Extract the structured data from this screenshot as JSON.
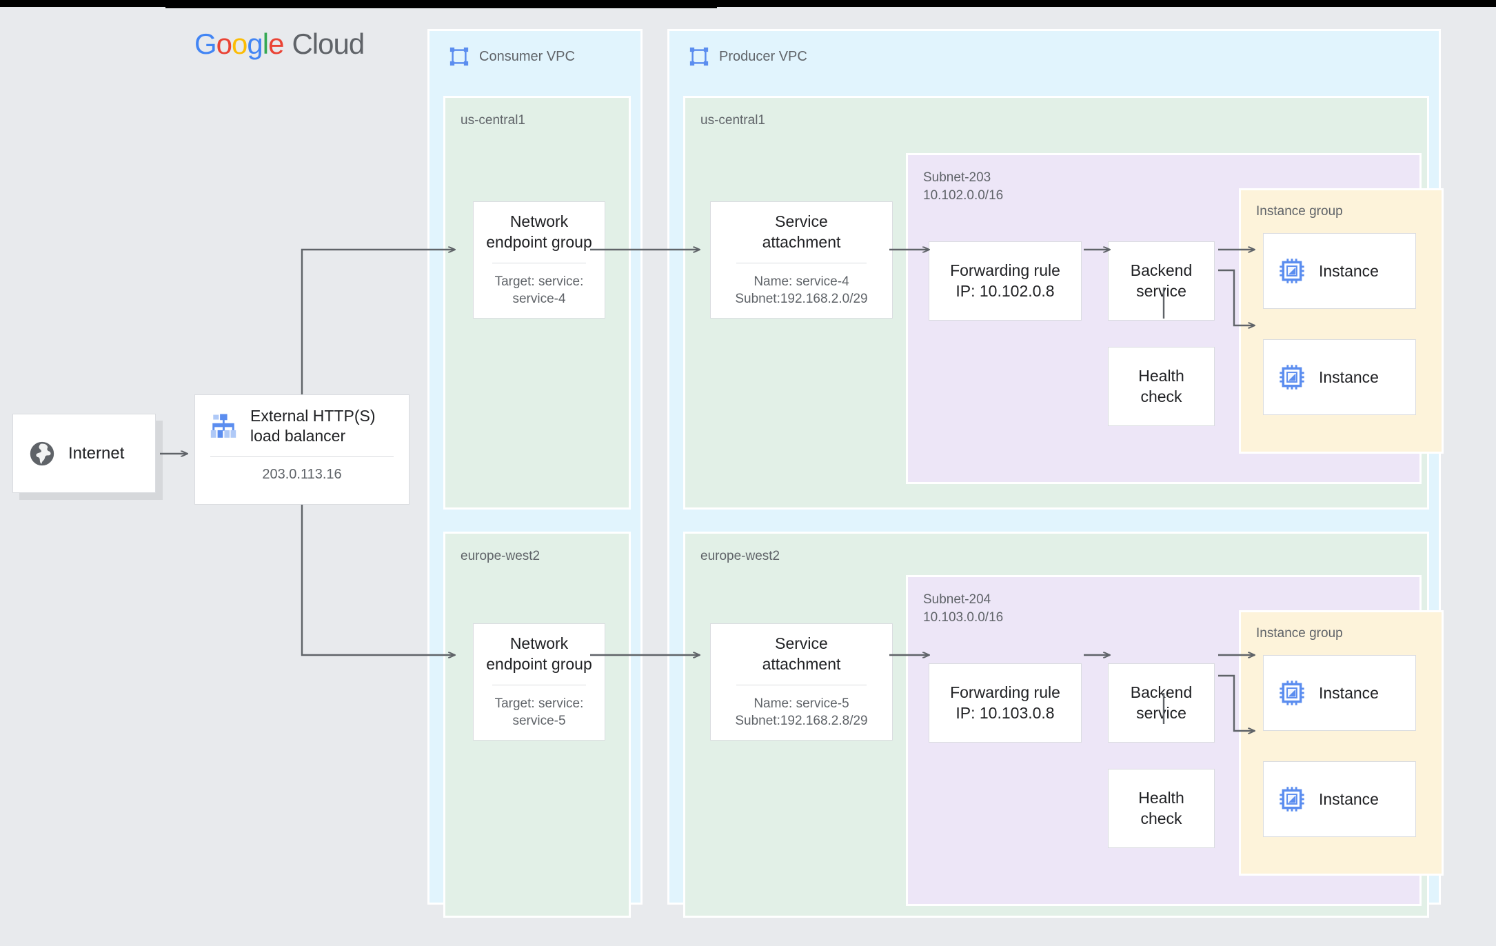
{
  "page": {
    "background": "#E8EAED",
    "logo": {
      "google": [
        "G",
        "o",
        "o",
        "g",
        "l",
        "e"
      ],
      "cloud": "Cloud",
      "colors": {
        "blue": "#4285F4",
        "red": "#EA4335",
        "yellow": "#FBBC05",
        "green": "#34A853",
        "gray": "#5F6368"
      }
    }
  },
  "internet": {
    "label": "Internet",
    "icon": "globe-icon"
  },
  "load_balancer": {
    "title": "External HTTP(S)\nload balancer",
    "ip": "203.0.113.16",
    "icon": "load-balancer-icon"
  },
  "consumer_vpc": {
    "title": "Consumer VPC",
    "icon": "vpc-icon",
    "regions": [
      {
        "name": "us-central1",
        "neg": {
          "title": "Network\nendpoint group",
          "sub": "Target: service:\nservice-4"
        }
      },
      {
        "name": "europe-west2",
        "neg": {
          "title": "Network\nendpoint group",
          "sub": "Target: service:\nservice-5"
        }
      }
    ]
  },
  "producer_vpc": {
    "title": "Producer VPC",
    "icon": "vpc-icon",
    "regions": [
      {
        "name": "us-central1",
        "service_attachment": {
          "title": "Service\nattachment",
          "sub": "Name: service-4\nSubnet:192.168.2.0/29"
        },
        "subnet": {
          "label": "Subnet-203\n10.102.0.0/16",
          "forwarding_rule": "Forwarding rule\nIP: 10.102.0.8",
          "backend_service": "Backend\nservice",
          "health_check": "Health\ncheck",
          "instance_group": {
            "label": "Instance group",
            "instances": [
              {
                "label": "Instance",
                "icon": "vm-instance-icon"
              },
              {
                "label": "Instance",
                "icon": "vm-instance-icon"
              }
            ]
          }
        }
      },
      {
        "name": "europe-west2",
        "service_attachment": {
          "title": "Service\nattachment",
          "sub": "Name: service-5\nSubnet:192.168.2.8/29"
        },
        "subnet": {
          "label": "Subnet-204\n10.103.0.0/16",
          "forwarding_rule": "Forwarding rule\nIP: 10.103.0.8",
          "backend_service": "Backend\nservice",
          "health_check": "Health\ncheck",
          "instance_group": {
            "label": "Instance group",
            "instances": [
              {
                "label": "Instance",
                "icon": "vm-instance-icon"
              },
              {
                "label": "Instance",
                "icon": "vm-instance-icon"
              }
            ]
          }
        }
      }
    ]
  },
  "colors": {
    "vpc_bg": "#E1F4FD",
    "region_bg": "#E2F0E7",
    "subnet_bg": "#EDE6F7",
    "instance_group_bg": "#FDF3DA",
    "node_border": "#DADCE0",
    "text_primary": "#202124",
    "text_secondary": "#5F6368",
    "arrow": "#5F6368",
    "icon_blue": "#5B8DEF"
  }
}
